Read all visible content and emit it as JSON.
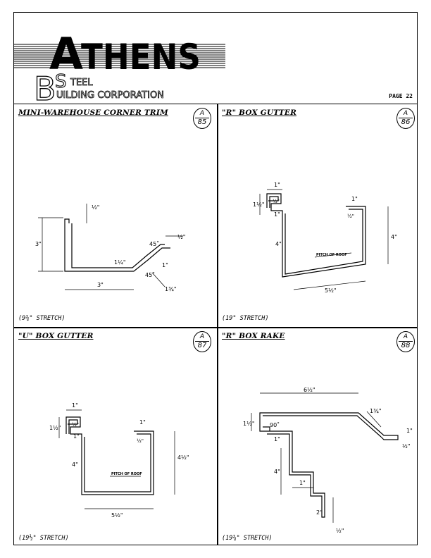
{
  "header": {
    "logo_main": "THENS",
    "logo_letter_a": "A",
    "logo_letter_b": "B",
    "logo_letter_s": "S",
    "logo_steel": "TEEL",
    "logo_building": "UILDING CORPORATION",
    "page_label": "PAGE 22"
  },
  "panels": [
    {
      "title": "MINI-WAREHOUSE CORNER TRIM",
      "badge_letter": "A",
      "badge_number": "85",
      "stretch": "(9¾\" STRETCH)",
      "dims": {
        "d1": "½\"",
        "d2": "3\"",
        "d3": "45˚",
        "d4": "½\"",
        "d5": "1¼\"",
        "d6": "1\"",
        "d7": "45˚",
        "d8": "3\"",
        "d9": "1¾\""
      }
    },
    {
      "title": "\"R\"   BOX  GUTTER",
      "badge_letter": "A",
      "badge_number": "86",
      "stretch": "(19\"  STRETCH)",
      "dims": {
        "d1": "1\"",
        "d2": "1½\"",
        "d3": "½\"",
        "d4": "1\"",
        "d5": "1\"",
        "d6": "½\"",
        "d7": "4\"",
        "d8": "4\"",
        "d9": "5½\"",
        "pitch": "PITCH OF ROOF"
      }
    },
    {
      "title": "\"U\"   BOX  GUTTER",
      "badge_letter": "A",
      "badge_number": "87",
      "stretch": "(19½\"  STRETCH)",
      "dims": {
        "d1": "1\"",
        "d2": "1½\"",
        "d3": "½\"",
        "d4": "1\"",
        "d5": "1\"",
        "d6": "½\"",
        "d7": "4\"",
        "d8": "4½\"",
        "d9": "5½\"",
        "pitch": "PITCH OF ROOF"
      }
    },
    {
      "title": "\"R\"   BOX  RAKE",
      "badge_letter": "A",
      "badge_number": "88",
      "stretch": "(19¾\"  STRETCH)",
      "dims": {
        "d1": "6½\"",
        "d2": "1¾\"",
        "d3": "1½\"",
        "d4": "90˚",
        "d5": "1\"",
        "d6": "1\"",
        "d7": "½\"",
        "d8": "4\"",
        "d9": "1\"",
        "d10": "2\"",
        "d11": "½\""
      }
    }
  ]
}
